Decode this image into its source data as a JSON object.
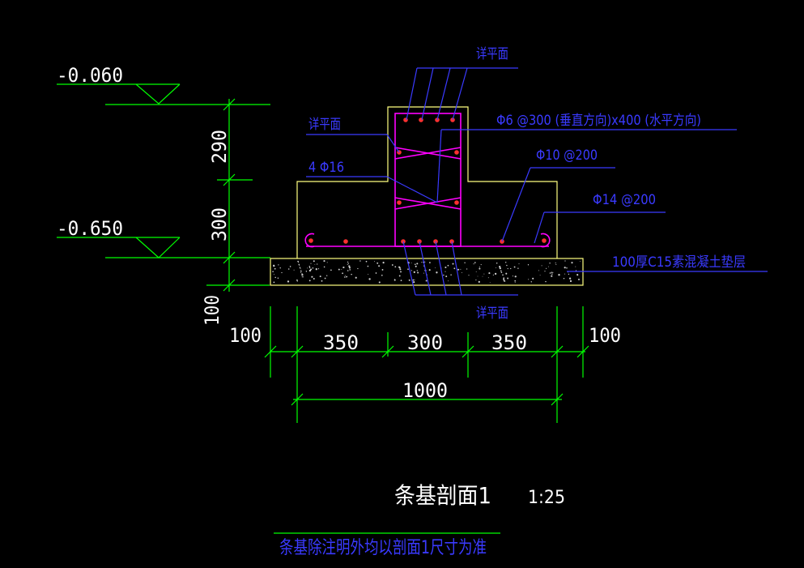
{
  "colors": {
    "background": "#000000",
    "green": "#00ff00",
    "yellow": "#ffff80",
    "blue": "#3a3aff",
    "magenta": "#ff00ff",
    "red": "#ff3030",
    "white": "#ffffff"
  },
  "elevations": {
    "top": "-0.060",
    "bottom": "-0.650"
  },
  "vertical_dims": {
    "upper": "290",
    "lower": "300",
    "cushion": "100"
  },
  "horizontal_dims": {
    "left_ext": "100",
    "left_wing": "350",
    "stem": "300",
    "right_wing": "350",
    "right_ext": "100",
    "total": "1000"
  },
  "labels": {
    "top_see_plan": "详平面",
    "left_see_plan": "详平面",
    "bars_4": "4 Φ16",
    "stirrup": "Φ6 @300 (垂直方向)x400 (水平方向)",
    "dist_bar": "Φ10 @200",
    "main_bar": "Φ14 @200",
    "cushion": "100厚C15素混凝土垫层",
    "bottom_see_plan": "详平面"
  },
  "title": {
    "name": "条基剖面1",
    "scale": "1:25"
  },
  "footnote": "条基除注明外均以剖面1尺寸为准"
}
